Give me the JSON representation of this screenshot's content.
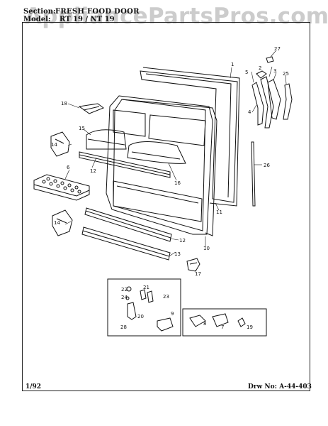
{
  "header": {
    "section_label": "Section:",
    "section_value": "FRESH FOOD DOOR",
    "model_label": "Model:",
    "model_value": "RT 19 / NT 19"
  },
  "watermark": "AppliancePartsPros.com",
  "footer": {
    "date": "1/92",
    "drawing_number": "Drw No: A-44-403"
  },
  "callouts": {
    "c1": "1",
    "c2": "2",
    "c3": "3",
    "c4": "4",
    "c5": "5",
    "c25": "25",
    "c26": "26",
    "c27": "27",
    "c18": "18",
    "c15": "15",
    "c14a": "14",
    "c12a": "12",
    "c16": "16",
    "c6": "6",
    "c11": "11",
    "c14b": "14",
    "c12b": "12",
    "c10": "10",
    "c13": "13",
    "c17": "17",
    "c22": "22",
    "c21": "21",
    "c24": "24",
    "c23": "23",
    "c20": "20",
    "c28": "28",
    "c9": "9",
    "c8": "8",
    "c7": "7",
    "c19": "19"
  },
  "colors": {
    "line": "#111111",
    "watermark": "#7a7a7a"
  }
}
